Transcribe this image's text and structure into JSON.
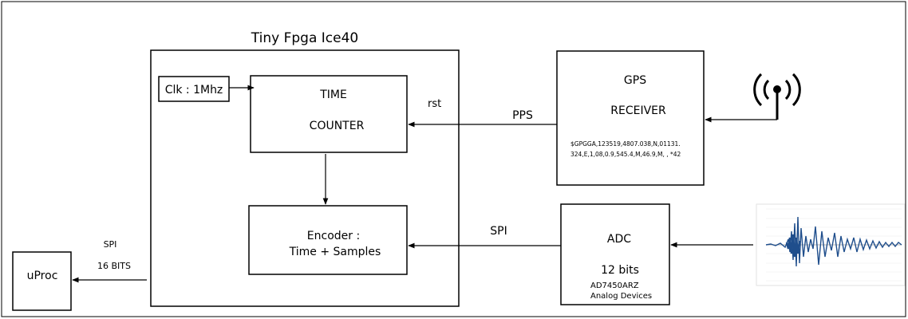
{
  "fpga": {
    "title": "Tiny Fpga Ice40"
  },
  "clock": {
    "label": "Clk : 1Mhz"
  },
  "time_counter": {
    "line1": "TIME",
    "line2": "COUNTER"
  },
  "reset": {
    "label": "rst"
  },
  "encoder": {
    "line1": "Encoder :",
    "line2": "Time + Samples"
  },
  "gps": {
    "line1": "GPS",
    "line2": "RECEIVER",
    "nmea1": "$GPGGA,123519,4807.038,N,01131.",
    "nmea2": "324,E,1,08,0.9,545.4,M,46.9,M, , *42"
  },
  "pps": {
    "label": "PPS"
  },
  "adc": {
    "line1": "ADC",
    "line2": "12 bits",
    "part": "AD7450ARZ",
    "vendor": "Analog Devices"
  },
  "spi_adc": {
    "label": "SPI"
  },
  "spi_uproc": {
    "label": "SPI",
    "bits": "16 BITS"
  },
  "uproc": {
    "label": "uProc"
  },
  "icons": {
    "antenna": "antenna-icon",
    "waveform": "seismic-waveform-icon"
  },
  "colors": {
    "stroke": "#000000",
    "waveform": "#1f4e8c"
  }
}
